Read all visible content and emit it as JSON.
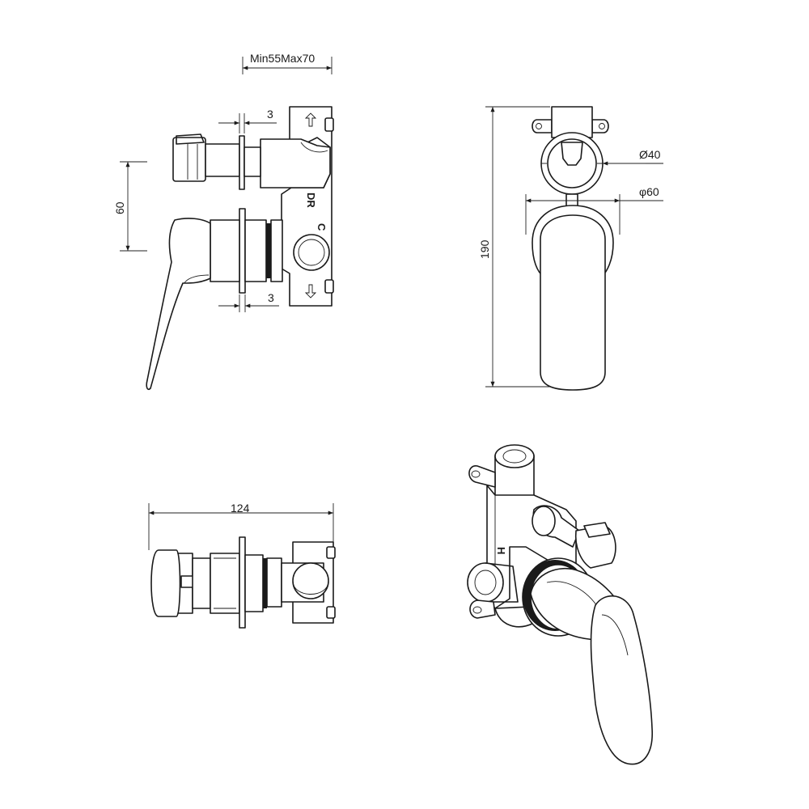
{
  "dimensions": {
    "depth_range": "Min55Max70",
    "flange_gap_top": "3",
    "flange_gap_bottom": "3",
    "handle_offset": "60",
    "overall_height": "190",
    "inner_diameter": "Ø40",
    "outer_diameter": "φ60",
    "overall_depth": "124"
  },
  "markings": {
    "cold": "C",
    "diverter": "DR",
    "hot": "H"
  },
  "icons": [
    "arrow-up-icon",
    "arrow-down-icon"
  ]
}
